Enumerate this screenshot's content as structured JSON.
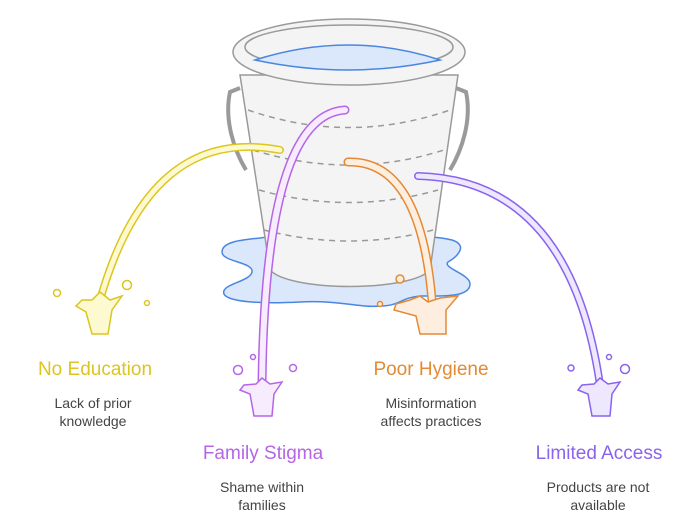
{
  "colors": {
    "education": "#dcc51e",
    "stigma": "#b565e6",
    "hygiene": "#e38a35",
    "access": "#8a63ee",
    "water": "#4a86e0",
    "bucket": "#9a9a9a"
  },
  "items": [
    {
      "title": "No Education",
      "desc_line1": "Lack of prior",
      "desc_line2": "knowledge"
    },
    {
      "title": "Family Stigma",
      "desc_line1": "Shame within",
      "desc_line2": "families"
    },
    {
      "title": "Poor Hygiene",
      "desc_line1": "Misinformation",
      "desc_line2": "affects practices"
    },
    {
      "title": "Limited Access",
      "desc_line1": "Products are not",
      "desc_line2": "available"
    }
  ]
}
